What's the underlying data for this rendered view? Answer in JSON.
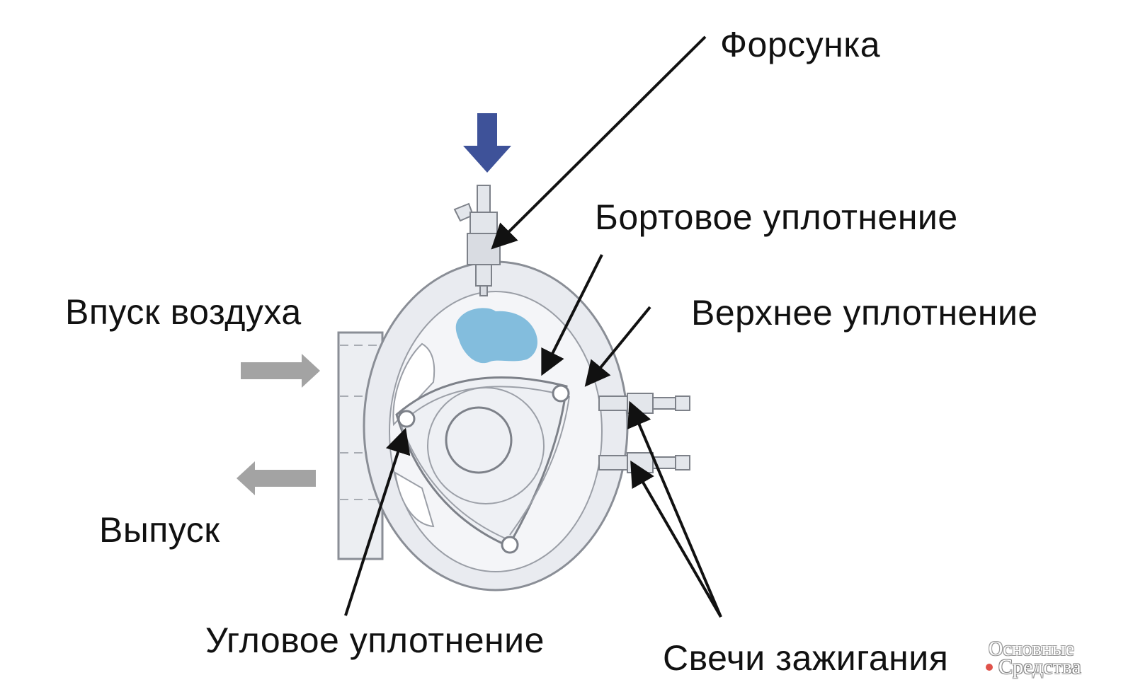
{
  "labels": {
    "injector": "Форсунка",
    "side_seal": "Бортовое уплотнение",
    "apex_seal": "Верхнее уплотнение",
    "air_intake": "Впуск воздуха",
    "exhaust": "Выпуск",
    "corner_seal": "Угловое уплотнение",
    "spark_plugs": "Свечи зажигания"
  },
  "watermark": {
    "line1": "Основные",
    "line2": "Средства",
    "dot_color": "#e0524a"
  },
  "colors": {
    "housing_fill": "#e9ebf0",
    "housing_stroke": "#8a8e96",
    "fuel_spray": "#6fb3d8",
    "intake_arrow": "#3e5299",
    "port_arrows": "#a3a3a3",
    "leader_lines": "#111111"
  },
  "icons": {
    "fuel_flow_arrow": "down-arrow-icon",
    "intake_flow_arrow": "right-arrow-icon",
    "exhaust_flow_arrow": "left-arrow-icon"
  }
}
